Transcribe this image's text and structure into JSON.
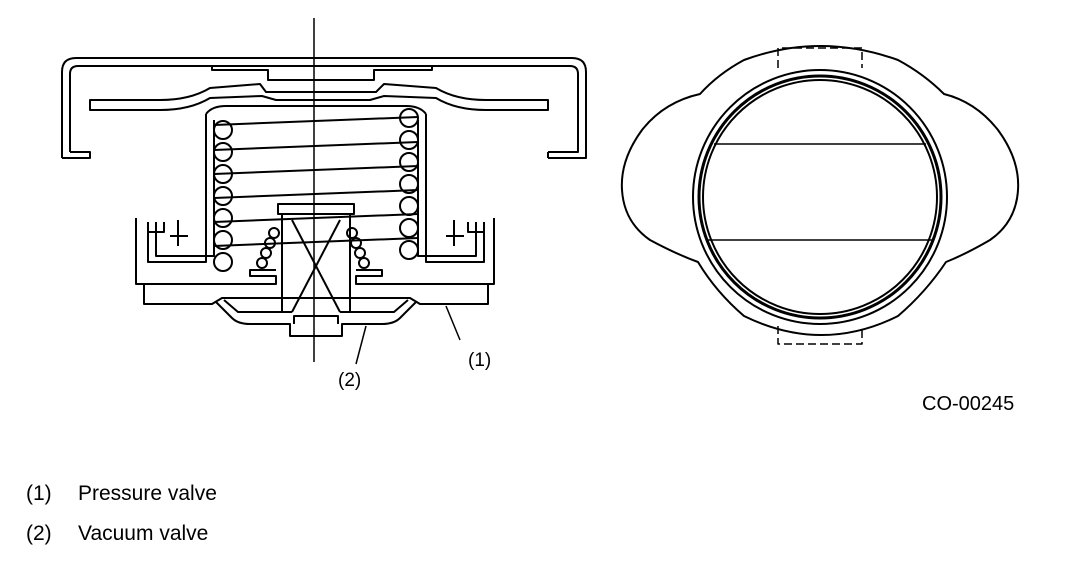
{
  "figure_id": "CO-00245",
  "callouts": {
    "c1": "(1)",
    "c2": "(2)"
  },
  "legend": [
    {
      "number": "(1)",
      "label": "Pressure valve"
    },
    {
      "number": "(2)",
      "label": "Vacuum valve"
    }
  ]
}
